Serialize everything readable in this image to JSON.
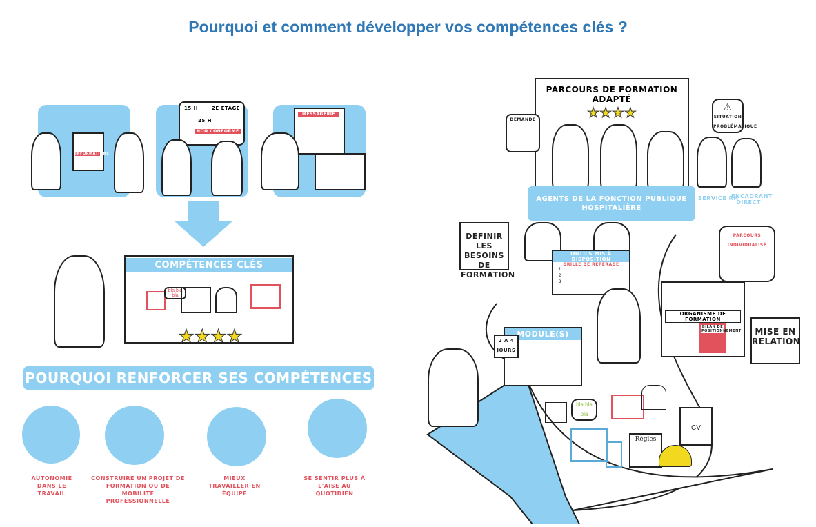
{
  "title": "Pourquoi et comment développer vos compétences clés ?",
  "left": {
    "panels": [
      {
        "label": "Informations"
      },
      {
        "labels": [
          "15 h",
          "2e étage",
          "25 h",
          "Non conforme"
        ]
      },
      {
        "label": "Messagerie"
      }
    ],
    "competences_board": {
      "title": "Compétences clés",
      "bubble": "bla bla bla",
      "stars": 4
    },
    "why_banner": "Pourquoi renforcer ses compétences clés ?",
    "reasons": [
      "Autonomie dans le travail",
      "Construire un projet de formation ou de mobilité professionnelle",
      "Mieux travailler en équipe",
      "Se sentir plus à l'aise au quotidien"
    ]
  },
  "right": {
    "parcours_board": {
      "title": "Parcours de formation adapté",
      "stars": 4
    },
    "demande_bubble": "Demande",
    "situation_bubble": "Situation problématique",
    "agents_banner": "Agents de la fonction publique hospitalière",
    "service_rh": "Service RH",
    "encadrant": "Encadrant direct",
    "sign_definir": "Définir les besoins de formation",
    "outils_board": {
      "title": "Outils mis à disposition",
      "subtitle": "Grille de repérage",
      "rows": [
        "1",
        "2",
        "3"
      ]
    },
    "parcours_bubble": "Parcours individualisé",
    "organisme": {
      "title": "Organisme de formation",
      "document": "Bilan de positionnement"
    },
    "sign_mise": "Mise en relation",
    "module_board": {
      "title": "Module(s)",
      "calendar": "2 à 4 jours"
    },
    "items": {
      "bla": "bla bla bla",
      "regles": "Règles",
      "cv": "CV"
    }
  },
  "colors": {
    "title": "#2f77b5",
    "accent": "#8fd0f2",
    "red": "#e2525c",
    "star": "#f3d820"
  }
}
